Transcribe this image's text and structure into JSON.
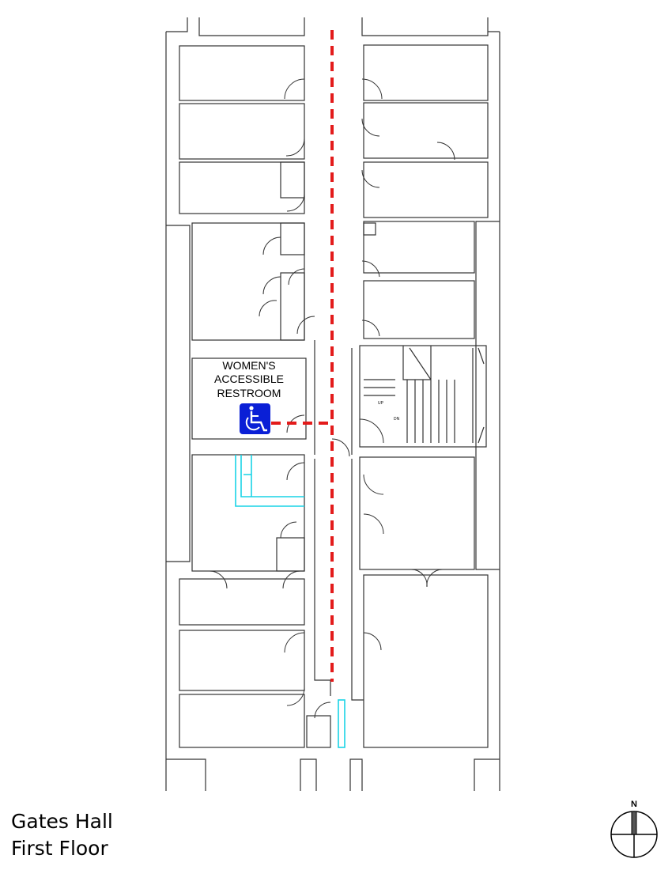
{
  "plan": {
    "building": "Gates Hall",
    "floor": "First Floor",
    "restroom_label": [
      "WOMEN'S",
      "ACCESSIBLE",
      "RESTROOM"
    ],
    "stair_labels": {
      "up": "UP",
      "down": "DN"
    },
    "compass_label": "N",
    "icons": [
      "wheelchair-accessible-icon",
      "north-arrow-icon"
    ],
    "colors": {
      "route": "#e31b1b",
      "accessible_sign": "#0a1fd6",
      "fixtures": "#19d3e6",
      "walls": "#333333"
    }
  }
}
